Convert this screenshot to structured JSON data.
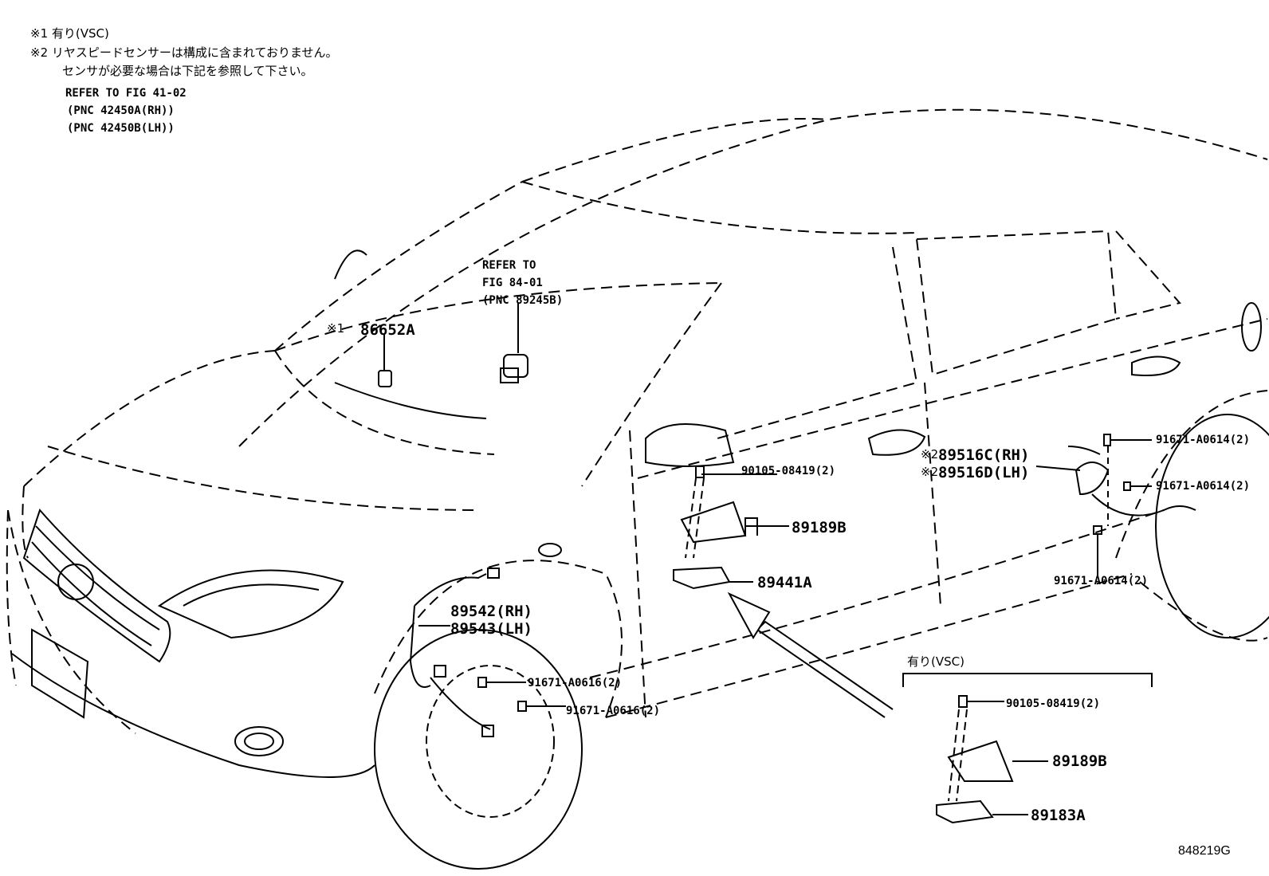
{
  "notes": {
    "line1": "※1 有り(VSC)",
    "line2": "※2 リヤスピードセンサーは構成に含まれておりません。",
    "line3": "センサが必要な場合は下記を参照して下さい。",
    "ref1": "REFER TO FIG 41-02",
    "ref2": "(PNC 42450A(RH))",
    "ref3": "(PNC 42450B(LH))"
  },
  "callouts": {
    "refer_to": "REFER TO",
    "fig": "FIG 84-01",
    "pnc": "(PNC 89245B)",
    "mark1": "※1",
    "p86652A": "86652A",
    "p90105_top": "90105-08419(2)",
    "p89189B_top": "89189B",
    "p89441A": "89441A",
    "mark2a": "※2",
    "p89516C": "89516C(RH)",
    "mark2b": "※2",
    "p89516D": "89516D(LH)",
    "p91671_0614_a": "91671-A0614(2)",
    "p91671_0614_b": "91671-A0614(2)",
    "p91671_0614_c": "91671-A0614(2)",
    "p89542": "89542(RH)",
    "p89543": "89543(LH)",
    "p91671_0616_a": "91671-A0616(2)",
    "p91671_0616_b": "91671-A0616(2)"
  },
  "inset": {
    "title": "有り(VSC)",
    "p90105": "90105-08419(2)",
    "p89189B": "89189B",
    "p89183A": "89183A"
  },
  "figure_id": "848219G"
}
